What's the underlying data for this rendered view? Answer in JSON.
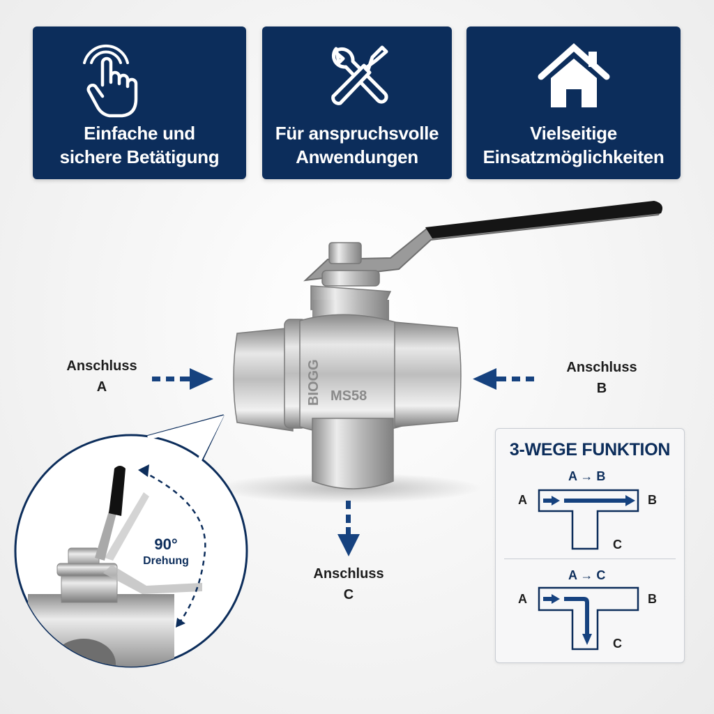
{
  "features": [
    {
      "icon": "touch-hand-icon",
      "line1": "Einfache und",
      "line2": "sichere Betätigung"
    },
    {
      "icon": "tools-icon",
      "line1": "Für anspruchsvolle",
      "line2": "Anwendungen"
    },
    {
      "icon": "house-icon",
      "line1": "Vielseitige",
      "line2": "Einsatzmöglichkeiten"
    }
  ],
  "ports": {
    "a": {
      "line1": "Anschluss",
      "line2": "A"
    },
    "b": {
      "line1": "Anschluss",
      "line2": "B"
    },
    "c": {
      "line1": "Anschluss",
      "line2": "C"
    }
  },
  "valve_marking": {
    "left": "BIOGG",
    "right": "MS58"
  },
  "rotation": {
    "degrees": "90°",
    "label": "Drehung"
  },
  "diagram": {
    "title": "3-WEGE FUNKTION",
    "config1": {
      "route": "A → B",
      "a": "A",
      "b": "B",
      "c": "C"
    },
    "config2": {
      "route": "A → C",
      "a": "A",
      "b": "B",
      "c": "C"
    }
  },
  "colors": {
    "navy": "#0c2d5b",
    "arrow_blue": "#16427f"
  }
}
